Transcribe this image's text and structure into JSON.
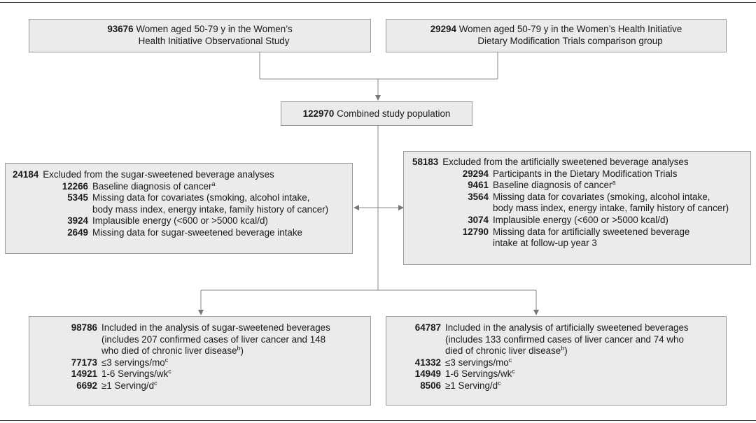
{
  "top_left": {
    "n": "93676",
    "line1": "Women aged 50-79 y in the Women’s",
    "line2": "Health Initiative Observational Study"
  },
  "top_right": {
    "n": "29294",
    "line1": "Women aged 50-79 y in the Women’s Health Initiative",
    "line2": "Dietary Modification Trials comparison group"
  },
  "combined": {
    "n": "122970",
    "text": "Combined study population"
  },
  "excl_ssb": {
    "n": "24184",
    "text": "Excluded from the sugar-sweetened beverage analyses",
    "items": [
      {
        "n": "12266",
        "line1": "Baseline diagnosis of cancer",
        "sup": "a"
      },
      {
        "n": "5345",
        "line1": "Missing data for covariates (smoking, alcohol intake,",
        "line2": "body mass index, energy intake, family history of cancer)"
      },
      {
        "n": "3924",
        "line1": "Implausible energy (<600 or >5000 kcal/d)"
      },
      {
        "n": "2649",
        "line1": "Missing data for sugar-sweetened beverage intake"
      }
    ]
  },
  "excl_asb": {
    "n": "58183",
    "text": "Excluded from the artificially sweetened beverage analyses",
    "items": [
      {
        "n": "29294",
        "line1": "Participants in the Dietary Modification Trials"
      },
      {
        "n": "9461",
        "line1": "Baseline diagnosis of cancer",
        "sup": "a"
      },
      {
        "n": "3564",
        "line1": "Missing data for covariates (smoking, alcohol intake,",
        "line2": "body mass index, energy intake, family history of cancer)"
      },
      {
        "n": "3074",
        "line1": "Implausible energy (<600 or >5000 kcal/d)"
      },
      {
        "n": "12790",
        "line1": "Missing data for artificially sweetened beverage",
        "line2": "intake at follow-up year 3"
      }
    ]
  },
  "incl_ssb": {
    "n": "98786",
    "line1": "Included in the analysis of sugar-sweetened beverages",
    "line2": "(includes 207 confirmed cases of liver cancer and 148",
    "line3": "who died of chronic liver disease",
    "line3_sup": "b",
    "line3_end": ")",
    "sub": [
      {
        "n": "77173",
        "text": "≤3 servings/mo",
        "sup": "c"
      },
      {
        "n": "14921",
        "text": "1-6 Servings/wk",
        "sup": "c"
      },
      {
        "n": "6692",
        "text": "≥1 Serving/d",
        "sup": "c"
      }
    ]
  },
  "incl_asb": {
    "n": "64787",
    "line1": "Included in the analysis of artificially sweetened beverages",
    "line2": "(includes 133 confirmed cases of liver cancer and 74 who",
    "line3": "died of chronic liver disease",
    "line3_sup": "b",
    "line3_end": ")",
    "sub": [
      {
        "n": "41332",
        "text": "≤3 servings/mo",
        "sup": "c"
      },
      {
        "n": "14949",
        "text": "1-6 Servings/wk",
        "sup": "c"
      },
      {
        "n": "8506",
        "text": "≥1 Serving/d",
        "sup": "c"
      }
    ]
  }
}
